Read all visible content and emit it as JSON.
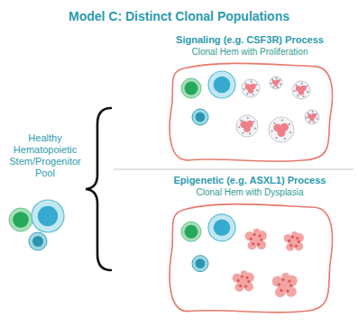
{
  "diagram": {
    "title": "Model C: Distinct Clonal Populations",
    "nodes": [
      {
        "text": [
          "Signaling (e.g. CSF3R) Process",
          "Clonal Hem with Proliferation"
        ]
      },
      {
        "text": [
          "Epigenetic (e.g. ASXL1) Process",
          "Clonal Hem with Dysplasia"
        ]
      }
    ],
    "labels": [
      "Healthy Hematopoietic Stem/Progenitor Pool"
    ]
  }
}
